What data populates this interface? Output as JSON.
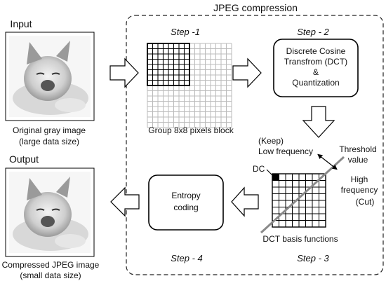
{
  "title": "JPEG compression",
  "input": {
    "heading": "Input",
    "caption_line1": "Original gray image",
    "caption_line2": "(large data size)"
  },
  "output": {
    "heading": "Output",
    "caption_line1": "Compressed JPEG image",
    "caption_line2": "(small data size)"
  },
  "steps": {
    "step1": "Step -1",
    "step2": "Step - 2",
    "step3": "Step - 3",
    "step4": "Step - 4"
  },
  "group_block_label": "Group 8x8 pixels block",
  "dct_box": {
    "line1": "Discrete Cosine",
    "line2": "Transfrom (DCT)",
    "line3": "&",
    "line4": "Quantization"
  },
  "entropy_box": {
    "line1": "Entropy",
    "line2": "coding"
  },
  "dct_grid": {
    "keep_label": "(Keep)",
    "low_label": "Low frequency",
    "threshold_line1": "Threshold",
    "threshold_line2": "value",
    "high_line1": "High",
    "high_line2": "frequency",
    "cut_label": "(Cut)",
    "dc_label": "DC",
    "basis_label": "DCT basis functions"
  },
  "colors": {
    "grid_light": "#bbbbbb",
    "grid_dark": "#000000",
    "threshold_line": "#8a8a8a",
    "arrow_fill": "#ffffff"
  }
}
